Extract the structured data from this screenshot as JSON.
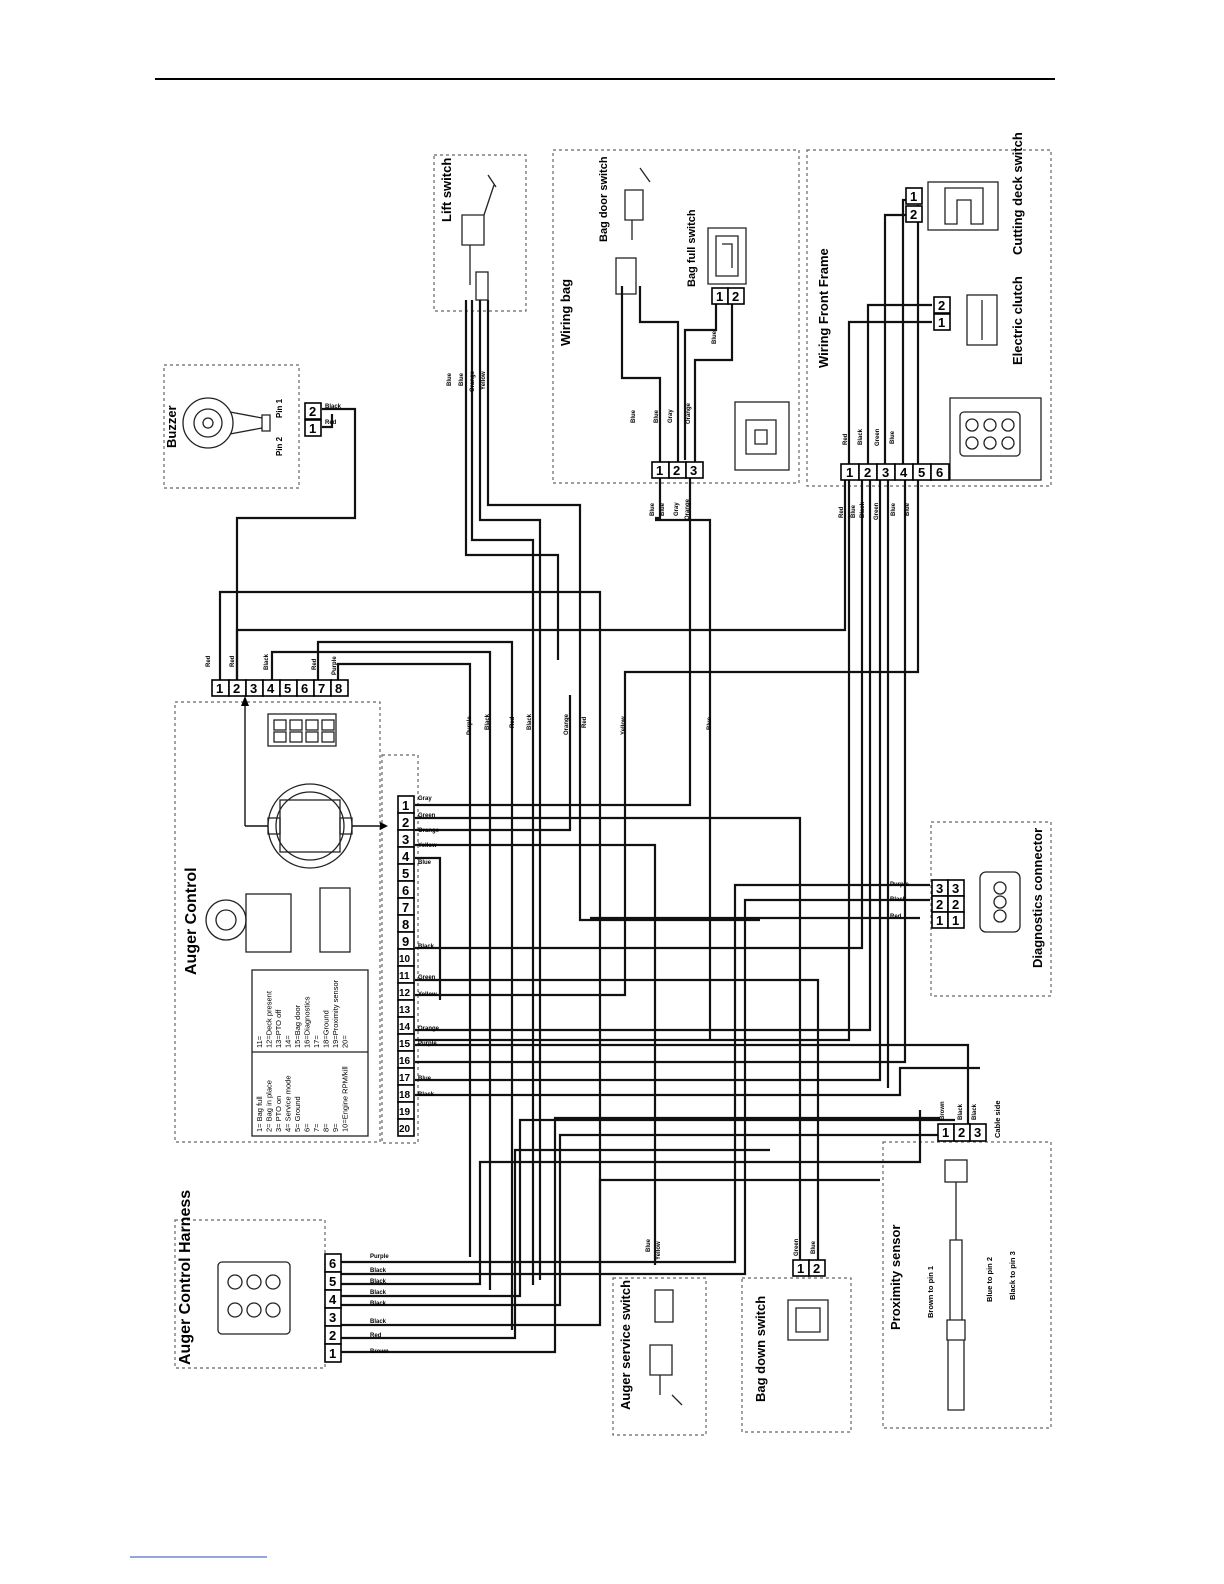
{
  "sections": {
    "auger_control": "Auger Control",
    "auger_harness": "Auger Control Harness",
    "auger_service": "Auger service switch",
    "bag_down": "Bag down switch",
    "proximity": "Proximity sensor",
    "diagnostics": "Diagnostics connector",
    "wiring_front": "Wiring Front Frame",
    "wiring_bag": "Wiring bag",
    "lift": "Lift switch",
    "buzzer": "Buzzer",
    "bag_door": "Bag door switch",
    "bag_full": "Bag full switch",
    "cutting_deck": "Cutting deck switch",
    "electric_clutch": "Electric clutch"
  },
  "labels": {
    "pin1": "Pin 1",
    "pin2": "Pin 2",
    "cable_side": "Cable side",
    "brown_pin1": "Brown to pin 1",
    "blue_pin2": "Blue to pin 2",
    "black_pin3": "Black to pin 3"
  },
  "legend_left": [
    "1= Bag full",
    "2= Bag in place",
    "3= PTO on",
    "4= Service mode",
    "5= Ground",
    "6=",
    "7=",
    "8=",
    "9=",
    "10=Engine RPM/kill"
  ],
  "legend_right": [
    "11=",
    "12=Deck present",
    "13=PTO off",
    "14=",
    "15=Bag door",
    "16=Diagnostics",
    "17=",
    "18=Ground",
    "19=Proximity sensor",
    "20="
  ],
  "wires": {
    "red": "Red",
    "black": "Black",
    "blue": "Blue",
    "orange": "Orange",
    "yellow": "Yellow",
    "purple": "Purple",
    "green": "Green",
    "gray": "Gray",
    "brown": "Brown"
  }
}
